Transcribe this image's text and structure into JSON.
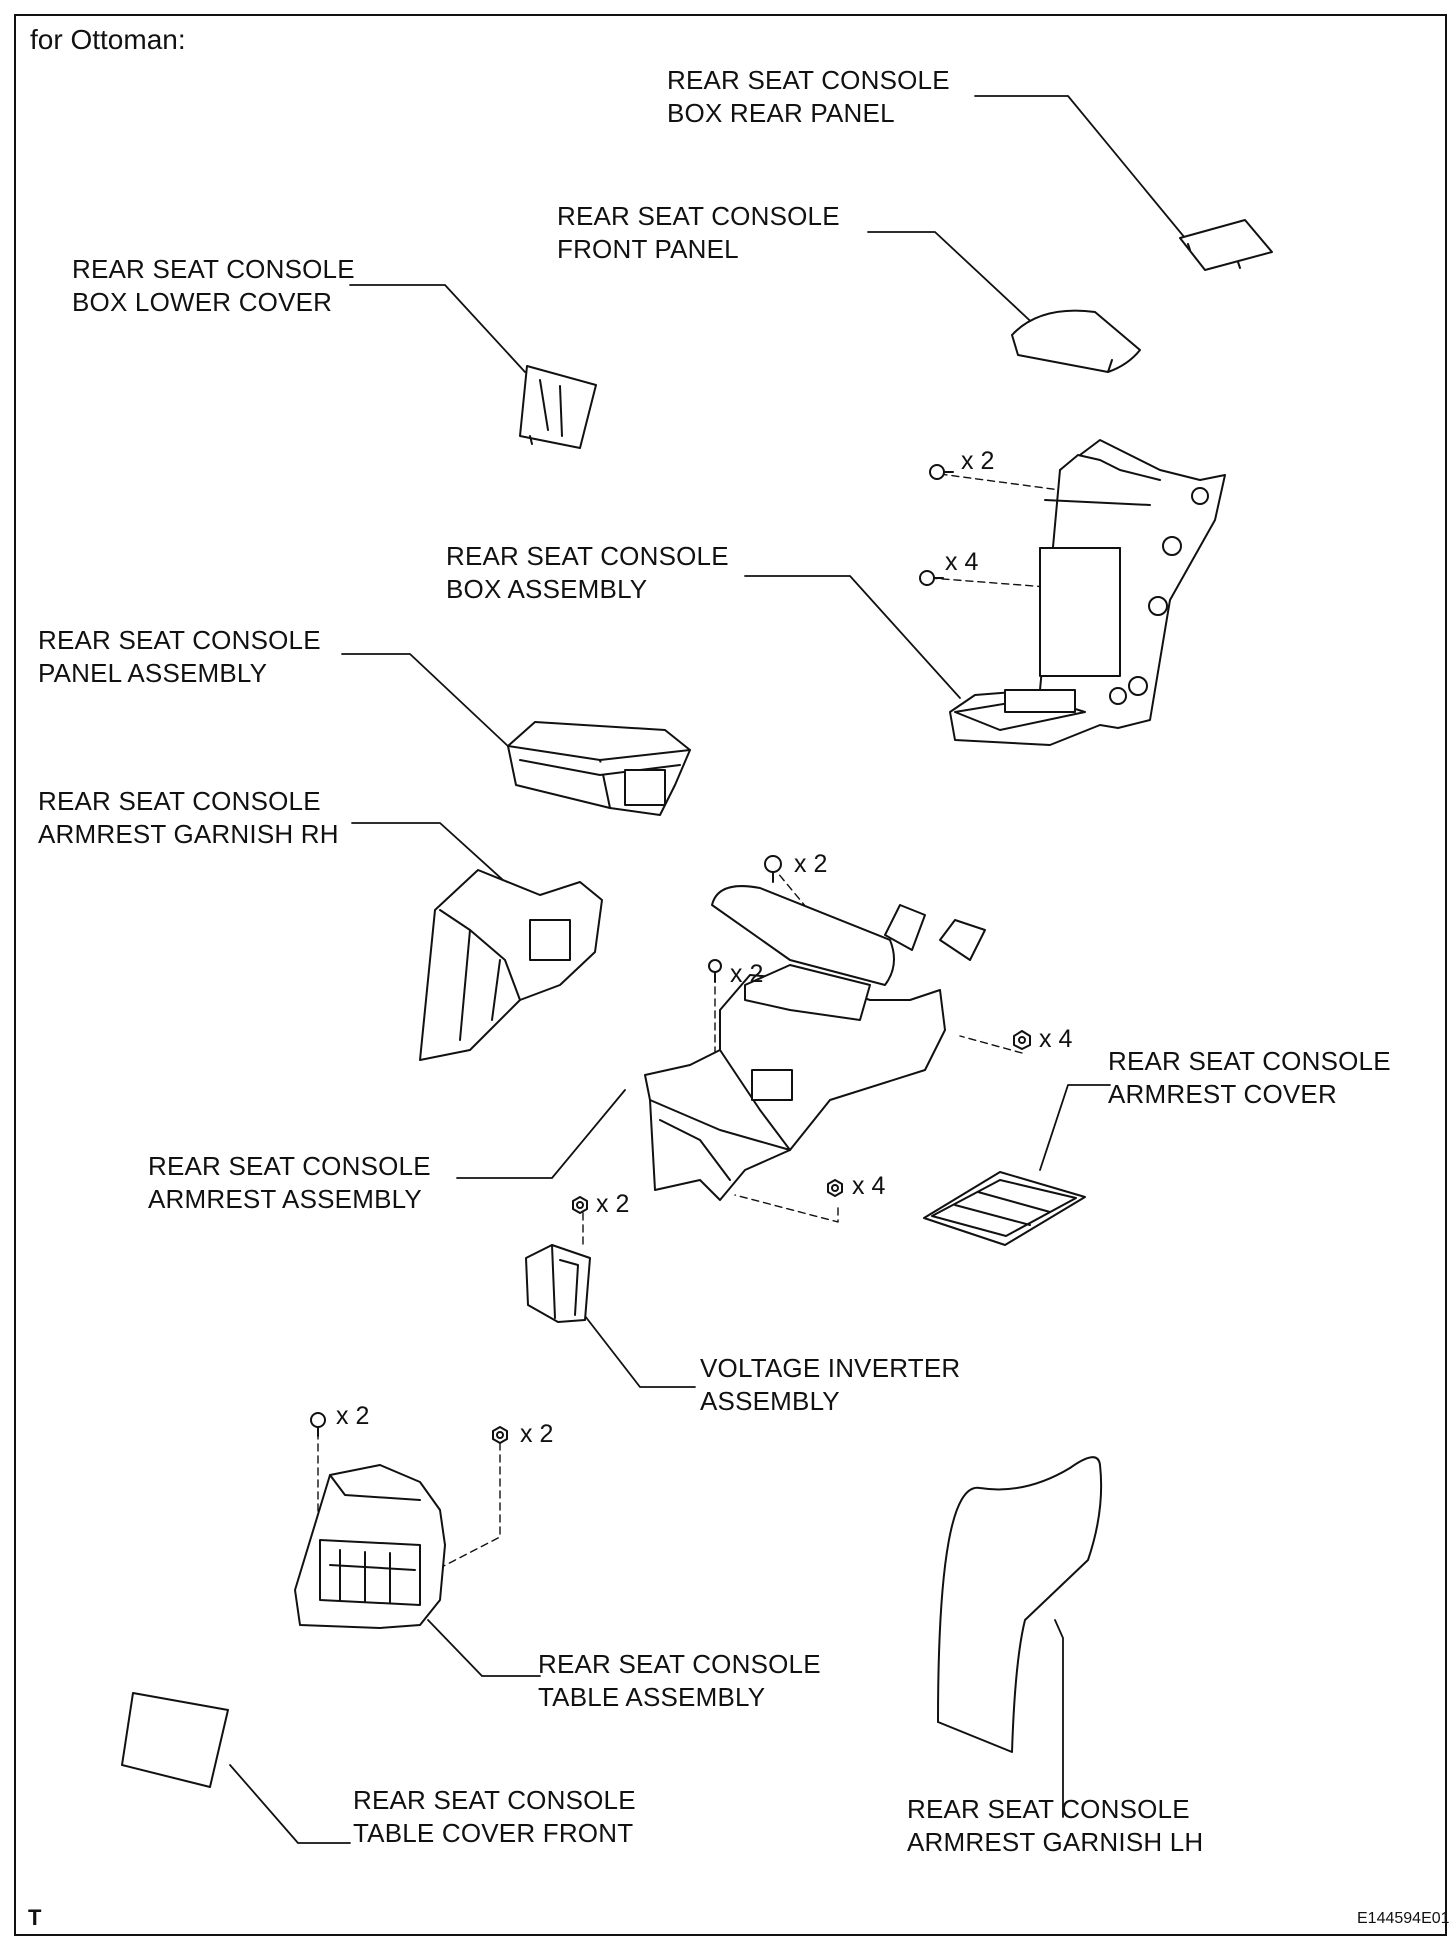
{
  "heading": "for Ottoman:",
  "corner_mark": "T",
  "figure_id": "E144594E01",
  "labels": {
    "box_rear_panel": "REAR SEAT CONSOLE\nBOX REAR PANEL",
    "front_panel": "REAR SEAT CONSOLE\nFRONT PANEL",
    "box_lower_cover": "REAR SEAT CONSOLE\nBOX LOWER COVER",
    "box_assembly": "REAR SEAT CONSOLE\nBOX ASSEMBLY",
    "panel_assembly": "REAR SEAT CONSOLE\nPANEL ASSEMBLY",
    "armrest_garnish_rh": "REAR SEAT CONSOLE\nARMREST GARNISH RH",
    "armrest_cover": "REAR SEAT CONSOLE\nARMREST COVER",
    "armrest_assembly": "REAR SEAT CONSOLE\nARMREST ASSEMBLY",
    "voltage_inverter": "VOLTAGE INVERTER\nASSEMBLY",
    "table_assembly": "REAR SEAT CONSOLE\nTABLE ASSEMBLY",
    "table_cover_front": "REAR SEAT CONSOLE\nTABLE COVER FRONT",
    "armrest_garnish_lh": "REAR SEAT CONSOLE\nARMREST GARNISH LH"
  },
  "quantities": {
    "box_top_bolts": "x 2",
    "box_mid_bolts": "x 4",
    "armrest_top_bolts": "x 2",
    "armrest_left_bolts": "x 2",
    "armrest_right_nuts": "x 4",
    "armrest_bottom_nuts": "x 4",
    "inverter_nuts": "x 2",
    "table_bolts": "x 2",
    "table_nuts": "x 2"
  }
}
